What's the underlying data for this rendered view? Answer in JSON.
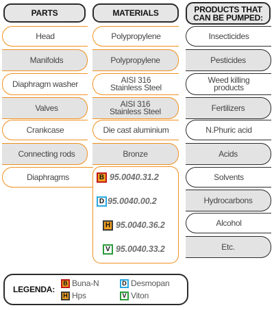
{
  "headers": {
    "parts": "PARTS",
    "materials": "MATERIALS",
    "products_line1": "PRODUCTS THAT",
    "products_line2": "CAN BE PUMPED:"
  },
  "parts": [
    "Head",
    "Manifolds",
    "Diaphragm washer",
    "Valves",
    "Crankcase",
    "Connecting rods",
    "Diaphragms"
  ],
  "materials": [
    [
      "Polypropylene"
    ],
    [
      "Polypropylene"
    ],
    [
      "AISI 316",
      "Stainless Steel"
    ],
    [
      "AISI 316",
      "Stainless Steel"
    ],
    [
      "Die cast aluminium"
    ],
    [
      "Bronze"
    ]
  ],
  "diaphragm_codes": [
    {
      "badge": "B",
      "code": "95.0040.31.2"
    },
    {
      "badge": "D",
      "code": "95.0040.00.2"
    },
    {
      "badge": "H",
      "code": "95.0040.36.2"
    },
    {
      "badge": "V",
      "code": "95.0040.33.2"
    }
  ],
  "products": [
    [
      "Insecticides"
    ],
    [
      "Pesticides"
    ],
    [
      "Weed killing",
      "products"
    ],
    [
      "Fertilizers"
    ],
    [
      "N.Phuric acid"
    ],
    [
      "Acids"
    ],
    [
      "Solvents"
    ],
    [
      "Hydrocarbons"
    ],
    [
      "Alcohol"
    ],
    [
      "Etc."
    ]
  ],
  "legend": {
    "title": "LEGENDA:",
    "items": [
      {
        "badge": "B",
        "label": "Buna-N"
      },
      {
        "badge": "D",
        "label": "Desmopan"
      },
      {
        "badge": "H",
        "label": "Hps"
      },
      {
        "badge": "V",
        "label": "Viton"
      }
    ]
  },
  "colors": {
    "accent_orange": "#f0901e",
    "cell_gray": "#e3e3e3",
    "border_dark": "#2a2a2a"
  }
}
